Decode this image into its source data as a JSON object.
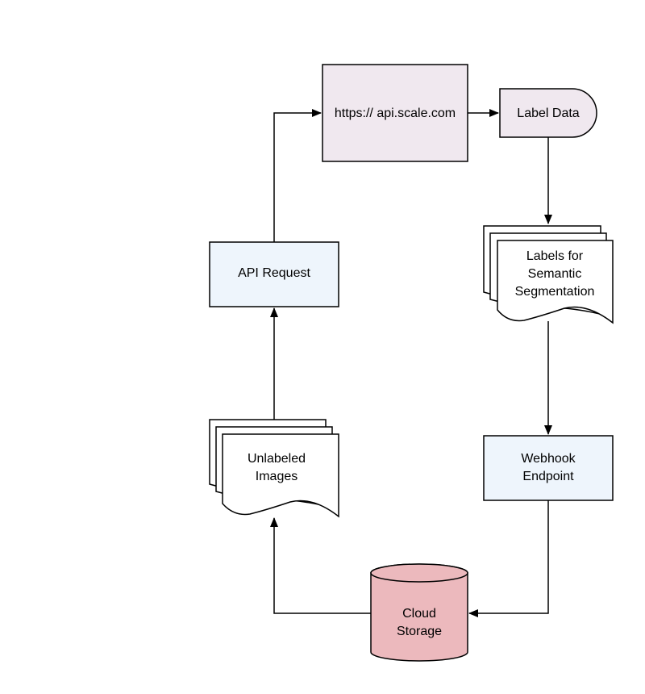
{
  "colors": {
    "api_box": "#f0e8ef",
    "blue_box": "#eef5fc",
    "storage": "#ecb9bd",
    "document": "#ffffff",
    "stroke": "#000000"
  },
  "nodes": {
    "api_url": {
      "label": "https:// api.scale.com"
    },
    "label_data": {
      "label": "Label Data"
    },
    "labels_docs": {
      "lines": [
        "Labels for",
        "Semantic",
        "Segmentation"
      ]
    },
    "webhook": {
      "lines": [
        "Webhook",
        "Endpoint"
      ]
    },
    "cloud_storage": {
      "lines": [
        "Cloud",
        "Storage"
      ]
    },
    "unlabeled_images": {
      "lines": [
        "Unlabeled",
        "Images"
      ]
    },
    "api_request": {
      "label": "API Request"
    }
  },
  "edges": [
    {
      "from": "api_request",
      "to": "api_url"
    },
    {
      "from": "api_url",
      "to": "label_data"
    },
    {
      "from": "label_data",
      "to": "labels_docs"
    },
    {
      "from": "labels_docs",
      "to": "webhook"
    },
    {
      "from": "webhook",
      "to": "cloud_storage"
    },
    {
      "from": "cloud_storage",
      "to": "unlabeled_images"
    },
    {
      "from": "unlabeled_images",
      "to": "api_request"
    }
  ]
}
